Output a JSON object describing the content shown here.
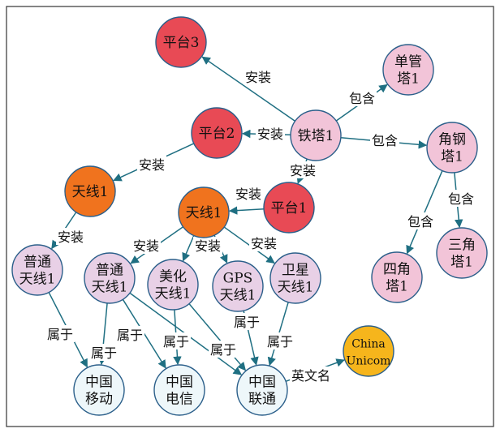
{
  "colors": {
    "platform": "#e84a55",
    "antenna_type": "#f0731e",
    "tower": "#f2c4d8",
    "antenna": "#e8d0e6",
    "operator": "#eef7fa",
    "english": "#f6b51c",
    "edge": "#1f6f82",
    "border": "#333333"
  },
  "nodes": {
    "platform3": [
      "平台3"
    ],
    "platform2": [
      "平台2"
    ],
    "antenna1_top": [
      "天线1"
    ],
    "antenna1_mid": [
      "天线1"
    ],
    "platform1": [
      "平台1"
    ],
    "tower1": [
      "铁塔1"
    ],
    "single_tube": [
      "单管",
      "塔1"
    ],
    "angle_steel": [
      "角钢",
      "塔1"
    ],
    "square_tower": [
      "四角",
      "塔1"
    ],
    "triangle_tower": [
      "三角",
      "塔1"
    ],
    "normal_antenna_a": [
      "普通",
      "天线1"
    ],
    "normal_antenna_b": [
      "普通",
      "天线1"
    ],
    "beautified_antenna": [
      "美化",
      "天线1"
    ],
    "gps_antenna": [
      "GPS",
      "天线1"
    ],
    "satellite_antenna": [
      "卫星",
      "天线1"
    ],
    "china_mobile": [
      "中国",
      "移动"
    ],
    "china_telecom": [
      "中国",
      "电信"
    ],
    "china_unicom": [
      "中国",
      "联通"
    ],
    "china_unicom_en": [
      "China",
      "Unicom"
    ]
  },
  "edge_labels": {
    "install": "安装",
    "contains": "包含",
    "belongs_to": "属于",
    "english_name": "英文名"
  }
}
